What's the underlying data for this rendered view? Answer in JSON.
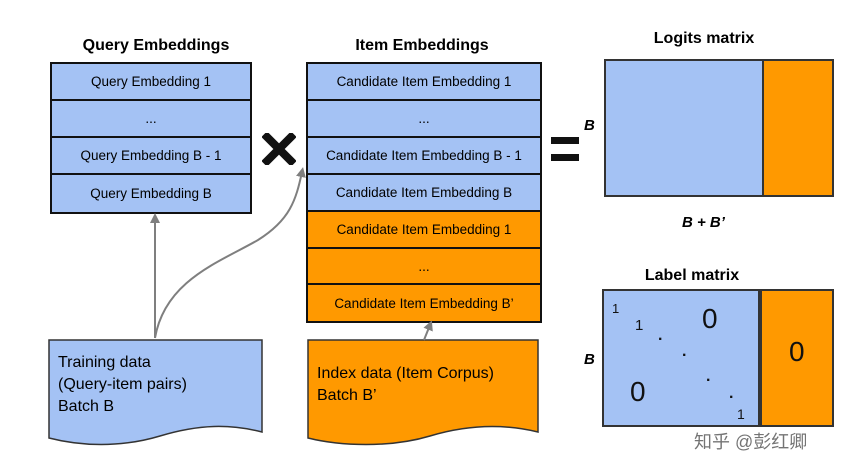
{
  "query": {
    "title": "Query Embeddings",
    "rows": [
      "Query Embedding 1",
      "...",
      "Query Embedding B - 1",
      "Query Embedding B"
    ]
  },
  "item": {
    "title": "Item Embeddings",
    "blue_rows": [
      "Candidate Item Embedding 1",
      "...",
      "Candidate Item Embedding B - 1",
      "Candidate Item Embedding B"
    ],
    "orange_rows": [
      "Candidate Item Embedding 1",
      "...",
      "Candidate Item Embedding B’"
    ]
  },
  "logits": {
    "title": "Logits matrix",
    "row_label": "B",
    "col_label": "B + B’"
  },
  "label_matrix": {
    "title": "Label matrix",
    "row_label": "B",
    "diag_one_top": "1",
    "diag_one_second": "1",
    "diag_dot": ".",
    "diag_one_bottom": "1",
    "upper_zero": "0",
    "lower_zero": "0",
    "orange_zero": "0"
  },
  "training": {
    "line1": "Training data",
    "line2": "(Query-item pairs)",
    "line3": "Batch B"
  },
  "index": {
    "line1": "Index data (Item Corpus)",
    "line2": "Batch B’"
  },
  "watermark": "知乎 @彭红卿",
  "colors": {
    "blue": "#a4c2f4",
    "orange": "#ff9900",
    "arrow": "#7f7f7f"
  }
}
